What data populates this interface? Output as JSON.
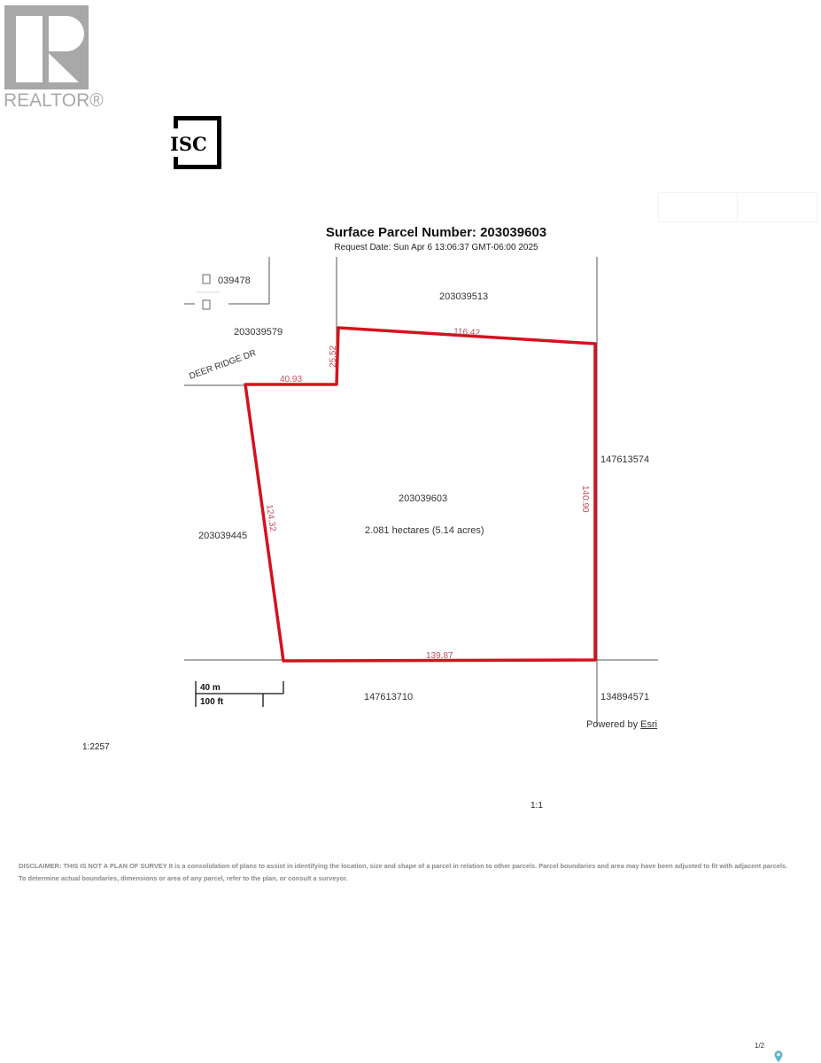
{
  "logos": {
    "realtor": "REALTOR®",
    "isc": "ISC"
  },
  "header": {
    "title": "Surface Parcel Number: 203039603",
    "request_date": "Request Date: Sun Apr 6 13:06:37 GMT-06:00 2025"
  },
  "map": {
    "subject_parcel": "203039603",
    "area": "2.081 hectares (5.14 acres)",
    "neighbors": {
      "nw": "039478",
      "n": "203039513",
      "w_upper": "203039579",
      "e": "147613574",
      "w": "203039445",
      "s": "147613710",
      "se": "134894571"
    },
    "road": "DEER RIDGE DR",
    "edges": {
      "north": "116.42",
      "notch_vertical": "25.52",
      "notch_horizontal": "40.93",
      "west": "124.32",
      "east": "140.90",
      "south": "139.87"
    },
    "scalebar": {
      "metric": "40 m",
      "imperial": "100 ft"
    },
    "powered_by": "Powered by",
    "esri": "Esri",
    "colors": {
      "boundary": "#d4121e",
      "edge_label": "#c0505a"
    }
  },
  "scale_left": "1:2257",
  "scale_right": "1:1",
  "disclaimer": "DISCLAIMER: THIS IS NOT A PLAN OF SURVEY It is a consolidation of plans to assist in identifying the location, size and shape of a parcel in relation to other parcels. Parcel boundaries and area may have been adjusted to fit with adjacent parcels. To determine actual boundaries, dimensions or area of any parcel, refer to the plan, or consult a surveyor.",
  "page_number": "1/2"
}
